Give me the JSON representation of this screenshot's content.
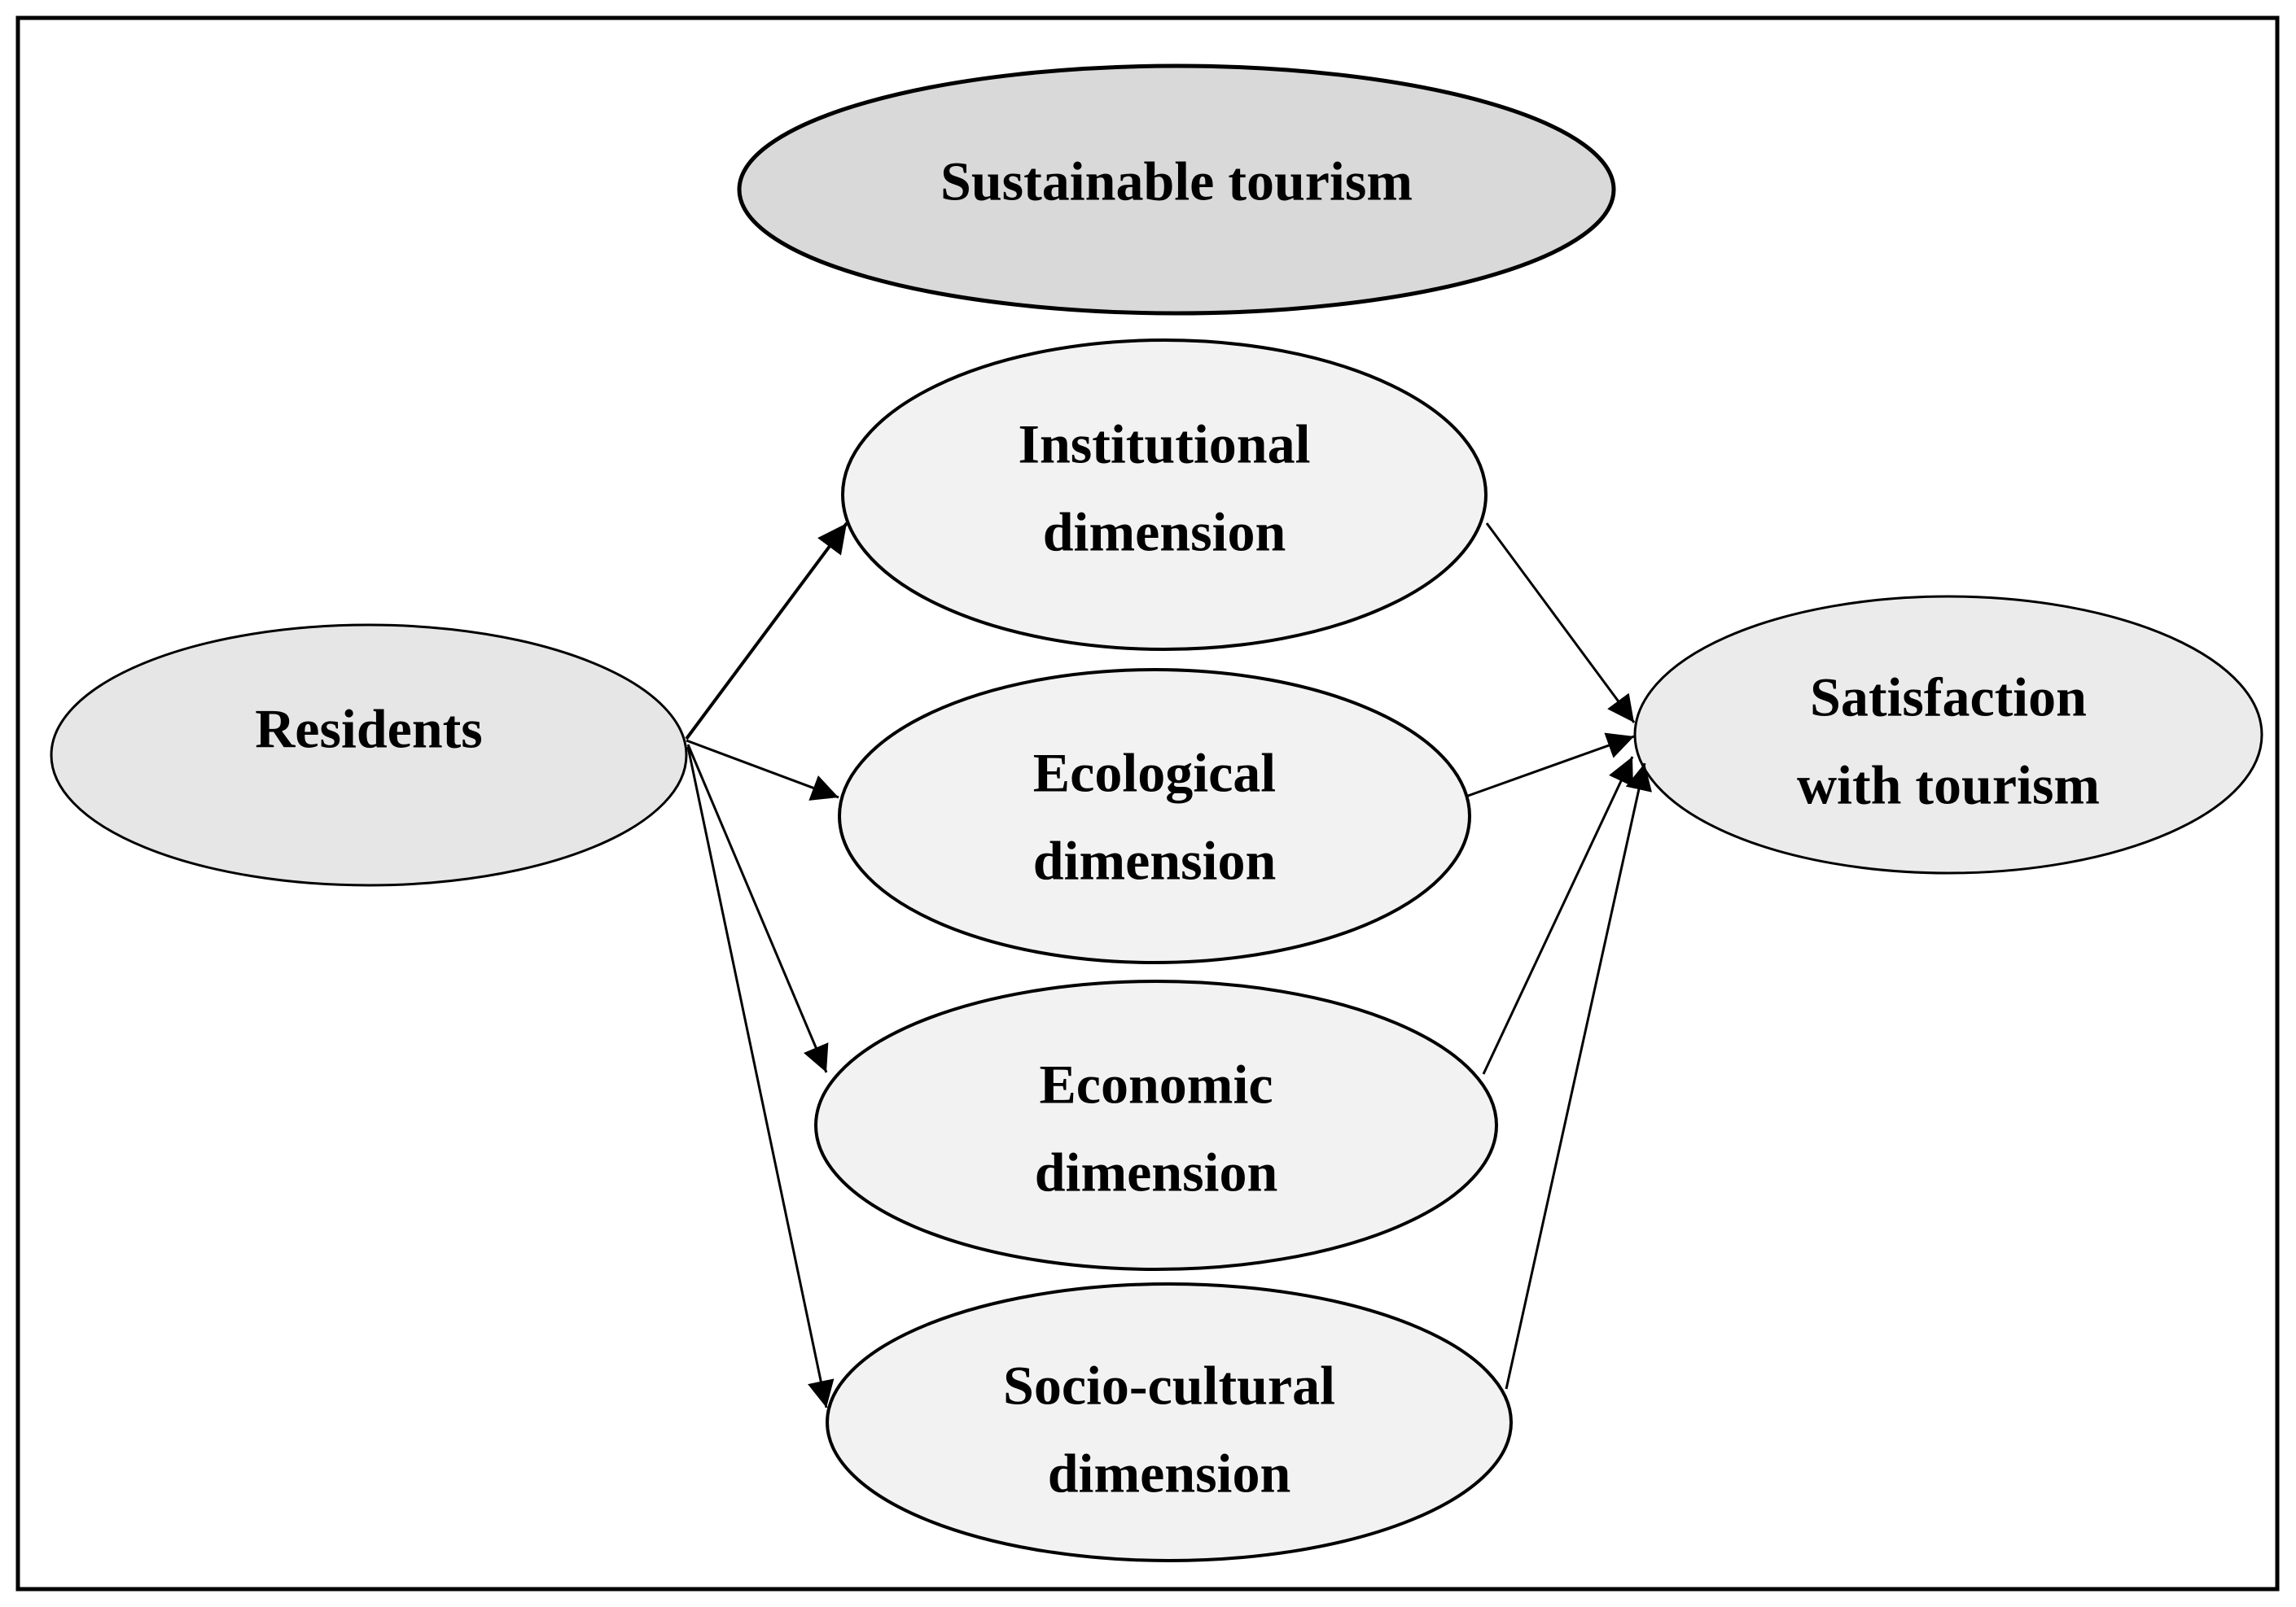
{
  "colors": {
    "background": "#ffffff",
    "stroke": "#000000",
    "header_fill": "#d9d9d9",
    "residents_fill": "#e6e6e6",
    "dimension_fill": "#f2f2f2",
    "outcome_fill": "#ebebeb"
  },
  "header": {
    "label": "Sustainable tourism"
  },
  "residents": {
    "label": "Residents"
  },
  "dimensions": {
    "institutional": {
      "line1": "Institutional",
      "line2": "dimension"
    },
    "ecological": {
      "line1": "Ecological",
      "line2": "dimension"
    },
    "economic": {
      "line1": "Economic",
      "line2": "dimension"
    },
    "sociocultural": {
      "line1": "Socio-cultural",
      "line2": "dimension"
    }
  },
  "outcome": {
    "line1": "Satisfaction",
    "line2": "with tourism"
  },
  "edges": [
    {
      "from": "residents",
      "to": "institutional"
    },
    {
      "from": "residents",
      "to": "ecological"
    },
    {
      "from": "residents",
      "to": "economic"
    },
    {
      "from": "residents",
      "to": "sociocultural"
    },
    {
      "from": "institutional",
      "to": "outcome"
    },
    {
      "from": "ecological",
      "to": "outcome"
    },
    {
      "from": "economic",
      "to": "outcome"
    },
    {
      "from": "sociocultural",
      "to": "outcome"
    }
  ]
}
